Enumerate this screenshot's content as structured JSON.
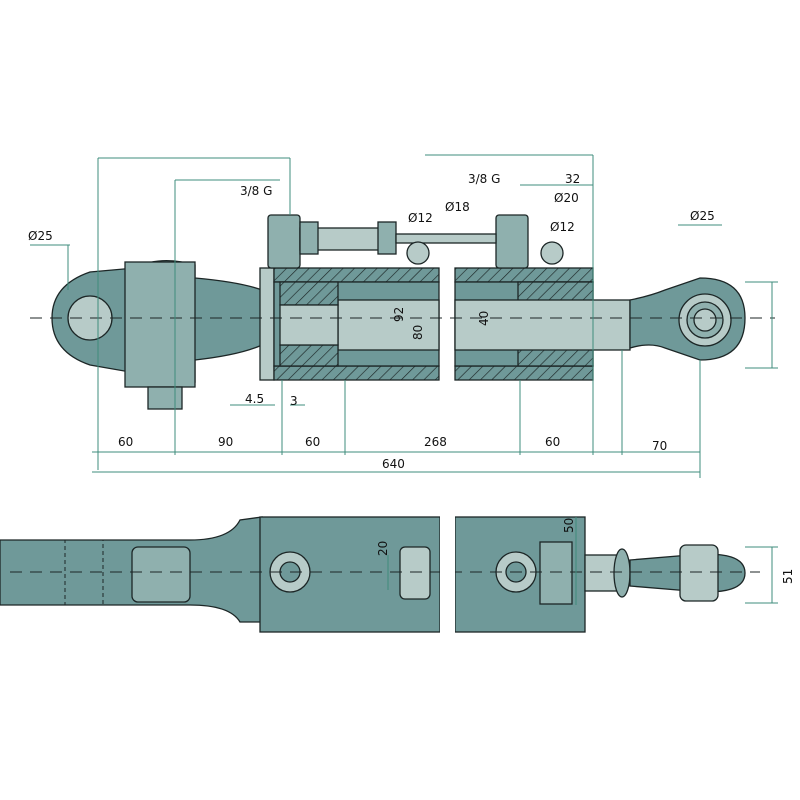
{
  "title": "Hydraulic top link cylinder - technical drawing",
  "colors": {
    "steel": "#6f9999",
    "steel_light": "#b7cbc8",
    "steel_mid": "#8fb0ae",
    "outline": "#1c2626",
    "dimension": "#3f8c7c"
  },
  "top_view": {
    "dia_left_eye": "Ø25",
    "thread_left": "3/8 G",
    "thread_right": "3/8 G",
    "dia_12_left": "Ø12",
    "dia_18": "Ø18",
    "dia_20": "Ø20",
    "dia_12_right": "Ø12",
    "dim_32": "32",
    "dia_right_eye": "Ø25",
    "bore_92": "92",
    "bore_80": "80",
    "rod_40": "40",
    "dim_4_5": "4.5",
    "dim_3": "3",
    "dim_60_a": "60",
    "dim_90": "90",
    "dim_60_b": "60",
    "dim_268": "268",
    "dim_60_c": "60",
    "dim_70": "70",
    "dim_640": "640"
  },
  "side_view": {
    "dim_20": "20",
    "dim_50": "50",
    "dim_51": "51"
  }
}
